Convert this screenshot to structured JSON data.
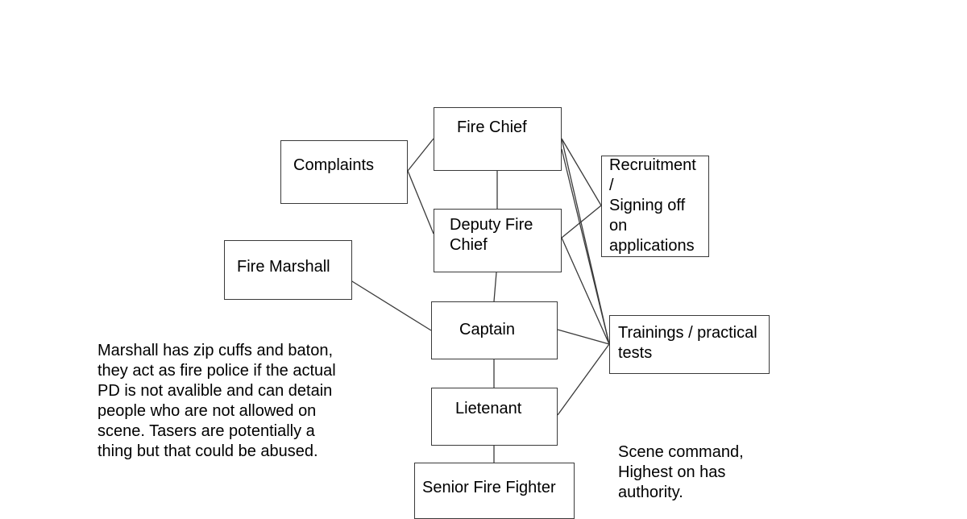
{
  "nodes": {
    "fire_chief": "Fire Chief",
    "complaints": "Complaints",
    "deputy_fire_chief": "Deputy Fire\nChief",
    "fire_marshall": "Fire Marshall",
    "captain": "Captain",
    "lietenant": "Lietenant",
    "senior_fire_fighter": "Senior Fire Fighter",
    "recruitment": "Recruitment\n/\nSigning off\non\napplications",
    "trainings": "Trainings / practical\ntests"
  },
  "notes": {
    "marshall_note": "Marshall has zip cuffs and baton,\nthey act as fire police if the actual\nPD is not avalible and can detain\npeople who are not allowed on\nscene. Tasers are potentially a\nthing but that could be abused.",
    "scene_command_note": "Scene command,\nHighest on has\nauthority."
  }
}
